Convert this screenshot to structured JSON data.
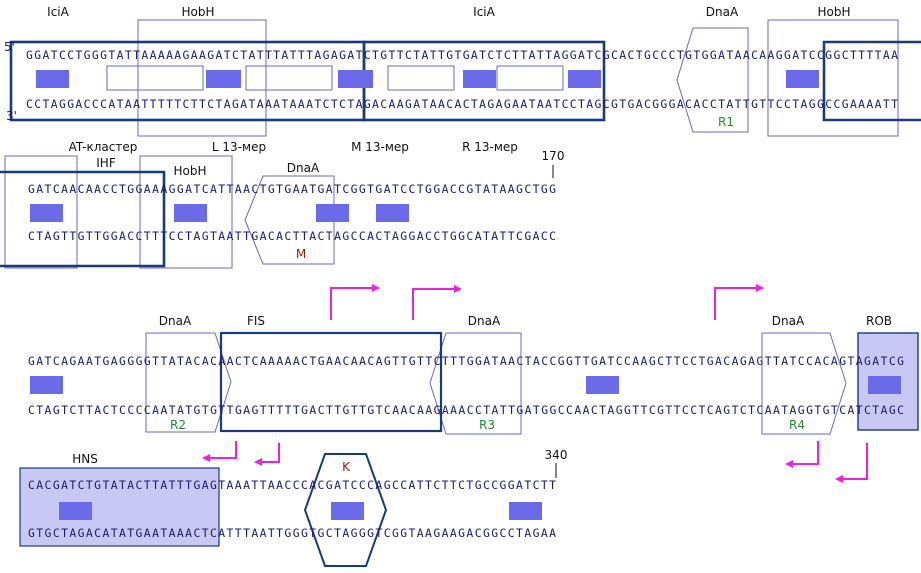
{
  "strand_labels": {
    "five_prime": "5'",
    "three_prime": "3'"
  },
  "sequences": {
    "row1_top": "GGATCCTGGGTATTAAAAAGAAGATCTATTTATTTAGAGATCTGTTCTATTGTGATCTCTTATTAGGATCGCACTGCCCTGTGGATAACAAGGATCCGGCTTTTAA",
    "row1_bottom": "CCTAGGACCCATAATTTTTCTTCTAGATAAATAAATCTCTAGACAAGATAACACTAGAGAATAATCCTAGCGTGACGGGACACCTATTGTTCCTAGGCCGAAAATT",
    "row2_top": "GATCAACAACCTGGAAAGGATCATTAACTGTGAATGATCGGTGATCCTGGACCGTATAAGCTGG",
    "row2_bottom": "CTAGTTGTTGGACCTTTCCTAGTAATTGACACTTACTAGCCACTAGGACCTGGCATATTCGACC",
    "row3_top": "GATCAGAATGAGGGGTTATACACAACTCAAAAACTGAACAACAGTTGTTCTTTGGATAACTACCGGTTGATCCAAGCTTCCTGACAGAGTTATCCACAGTAGATCG",
    "row3_bottom": "CTAGTCTTACTCCCCAATATGTGTTGAGTTTTTGACTTGTTGTCAACAAGAAACCTATTGATGGCCAACTAGGTTCGTTCCTCAGTCTCAATAGGTGTCATCTAGC",
    "row4_top": "CACGATCTGTATACTTATTTGAGTAAATTAACCCACGATCCCAGCCATTCTTCTGCCGGATCTT",
    "row4_bottom": "GTGCTAGACATATGAATAAACTCATTTAATTGGGTGCTAGGGTCGGTAAGAAGACGGCCTAGAA"
  },
  "labels": {
    "icia_1": "IciA",
    "hobh_1": "HobH",
    "icia_2": "IciA",
    "dnaa_1": "DnaA",
    "hobh_2": "HobH",
    "r1": "R1",
    "at_cluster": "AT-кластер",
    "ihf": "IHF",
    "hobh_3": "HobH",
    "l13": "L 13-мер",
    "dnaa_2": "DnaA",
    "m13": "M 13-мер",
    "r13": "R 13-мер",
    "m": "M",
    "pos_170": "170",
    "dnaa_3": "DnaA",
    "fis": "FIS",
    "dnaa_4": "DnaA",
    "dnaa_5": "DnaA",
    "rob": "ROB",
    "r2": "R2",
    "r3": "R3",
    "r4": "R4",
    "hns": "HNS",
    "k": "K",
    "pos_340": "340"
  },
  "colors": {
    "text": "#1a1a6e",
    "dark_frame": "#1a3a7a",
    "light_frame": "#6a6ab8",
    "block": "#6b6bea",
    "arrow": "#ee22dd",
    "shade": "#c8c8f4",
    "green": "#1f8f2f",
    "red": "#8b1c1c"
  }
}
